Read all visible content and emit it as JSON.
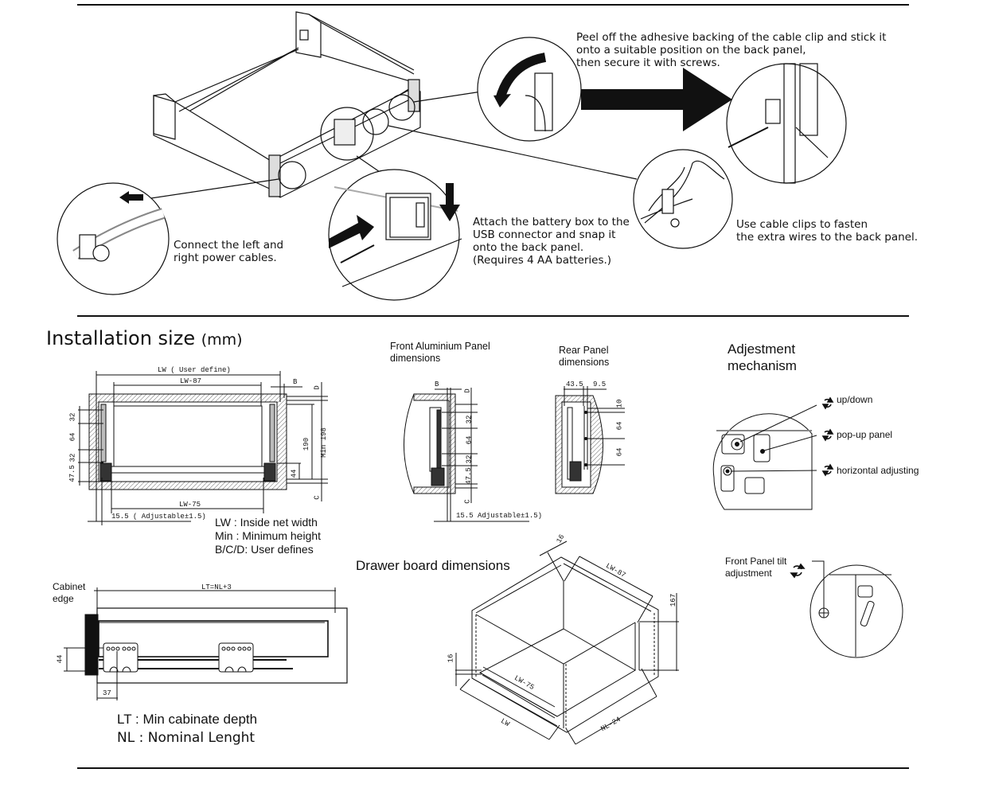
{
  "installation_steps": {
    "step_connect_cables": "Connect the left and\nright power cables.",
    "step_battery_box": "Attach the battery box to the\nUSB connector and snap it\nonto the back panel.\n(Requires 4 AA batteries.)",
    "step_peel_clip": "Peel off the adhesive backing of the cable clip and stick it\nonto a suitable position on the back panel,\nthen secure it with screws.",
    "step_fasten_wires": "Use cable clips to fasten\nthe extra wires to the back panel."
  },
  "installation_size": {
    "title": "Installation size",
    "unit": "(mm)",
    "front_view": {
      "dims": {
        "overall": "LW ( User define)",
        "inner_top": "LW-87",
        "inner_bottom": "LW-75",
        "adjust": "15.5 ( Adjustable±1.5)",
        "b": "B",
        "c": "C",
        "d": "D",
        "height_190": "190",
        "min_198": "Min 198",
        "h44": "44",
        "left_32a": "32",
        "left_64": "64",
        "left_32b": "32",
        "left_475": "47.5"
      },
      "legend": [
        "LW : Inside net width",
        "Min : Minimum height",
        "B/C/D: User defines"
      ]
    },
    "front_panel": {
      "title": "Front Aluminium Panel\ndimensions",
      "dims": {
        "b": "B",
        "d": "D",
        "d32a": "32",
        "d64": "64",
        "d32b": "32",
        "d475": "47.5",
        "c": "C",
        "adjust": "15.5 Adjustable±1.5)"
      }
    },
    "rear_panel": {
      "title": "Rear Panel\ndimensions",
      "dims": {
        "w435": "43.5",
        "w95": "9.5",
        "h10": "10",
        "h64a": "64",
        "h64b": "64"
      }
    },
    "adjustment": {
      "title": "Adjestment\nmechanism",
      "items": [
        "up/down",
        "pop-up panel",
        "horizontal adjusting"
      ],
      "tilt_label": "Front Panel tilt\nadjustment"
    },
    "side_view": {
      "cabinet_edge": "Cabinet\nedge",
      "lt": "LT=NL+3",
      "h44": "44",
      "w37": "37",
      "legend": [
        "LT : Min cabinate depth",
        "NL : Nominal Lenght"
      ]
    },
    "drawer_board": {
      "title": "Drawer board dimensions",
      "dims": {
        "t16_top": "16",
        "lw87": "LW-87",
        "h167": "167",
        "t16_left": "16",
        "lw75": "LW-75",
        "lw": "LW",
        "nl24": "NL-24"
      }
    }
  }
}
